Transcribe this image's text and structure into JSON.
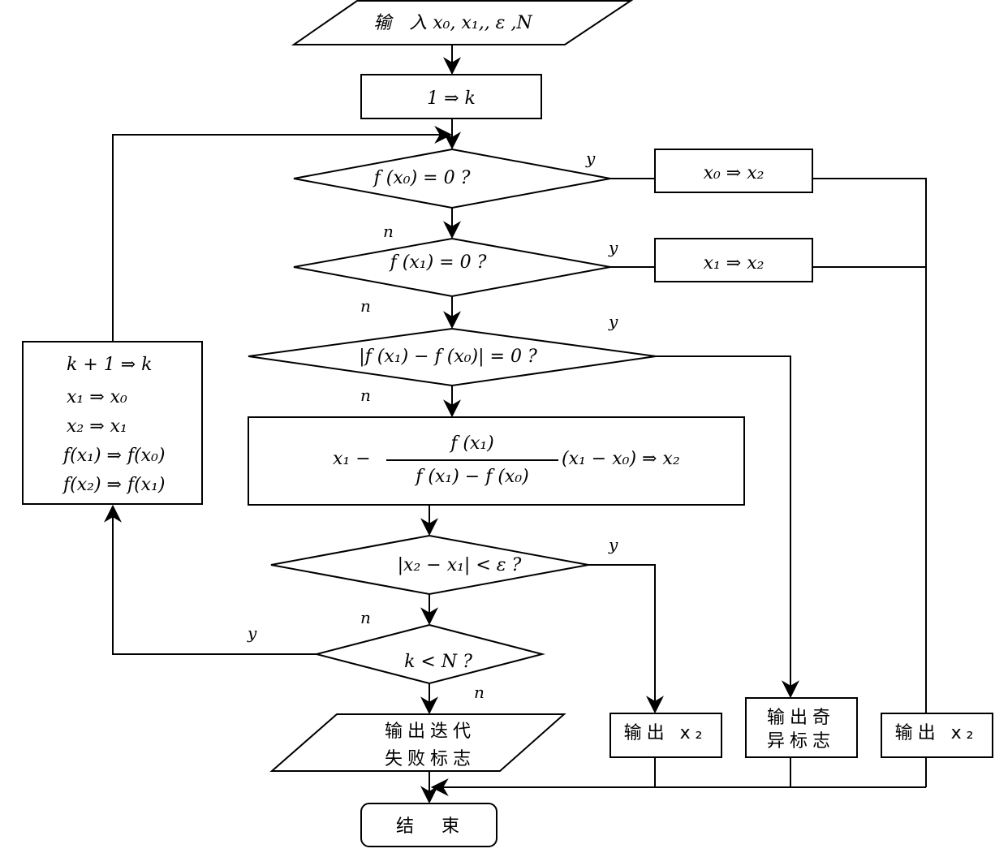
{
  "nodes": {
    "input": "输　入  x₀, x₁,, ε ,N",
    "init": "1 ⇒ k",
    "check_f0": "f (x₀) = 0 ?",
    "check_f1": "f (x₁) = 0 ?",
    "check_diff": "|f (x₁) − f (x₀)| = 0 ?",
    "secant_lhs": "x₁ −",
    "secant_num": "f (x₁)",
    "secant_den": "f (x₁) − f (x₀)",
    "secant_rhs": "(x₁ − x₀) ⇒  x₂",
    "check_eps": "|x₂ − x₁| < ε ?",
    "check_k": "k < N ?",
    "assign_x0": "x₀ ⇒ x₂",
    "assign_x1": "x₁ ⇒ x₂",
    "update": [
      "k + 1 ⇒  k",
      "x₁ ⇒ x₀",
      "x₂ ⇒ x₁",
      "f(x₁) ⇒ f(x₀)",
      "f(x₂) ⇒ f(x₁)"
    ],
    "fail": [
      "输出迭代",
      "失败标志"
    ],
    "out_eps": "输出 x₂",
    "singular": [
      "输出奇",
      "异标志"
    ],
    "out_root": "输出 x₂",
    "end": "结　束"
  },
  "edge_labels": {
    "f0_yes": "y",
    "f0_no": "n",
    "f1_yes": "y",
    "f1_no": "n",
    "diff_yes": "y",
    "diff_no": "n",
    "eps_yes": "y",
    "eps_no": "n",
    "k_yes": "y",
    "k_no": "n"
  }
}
